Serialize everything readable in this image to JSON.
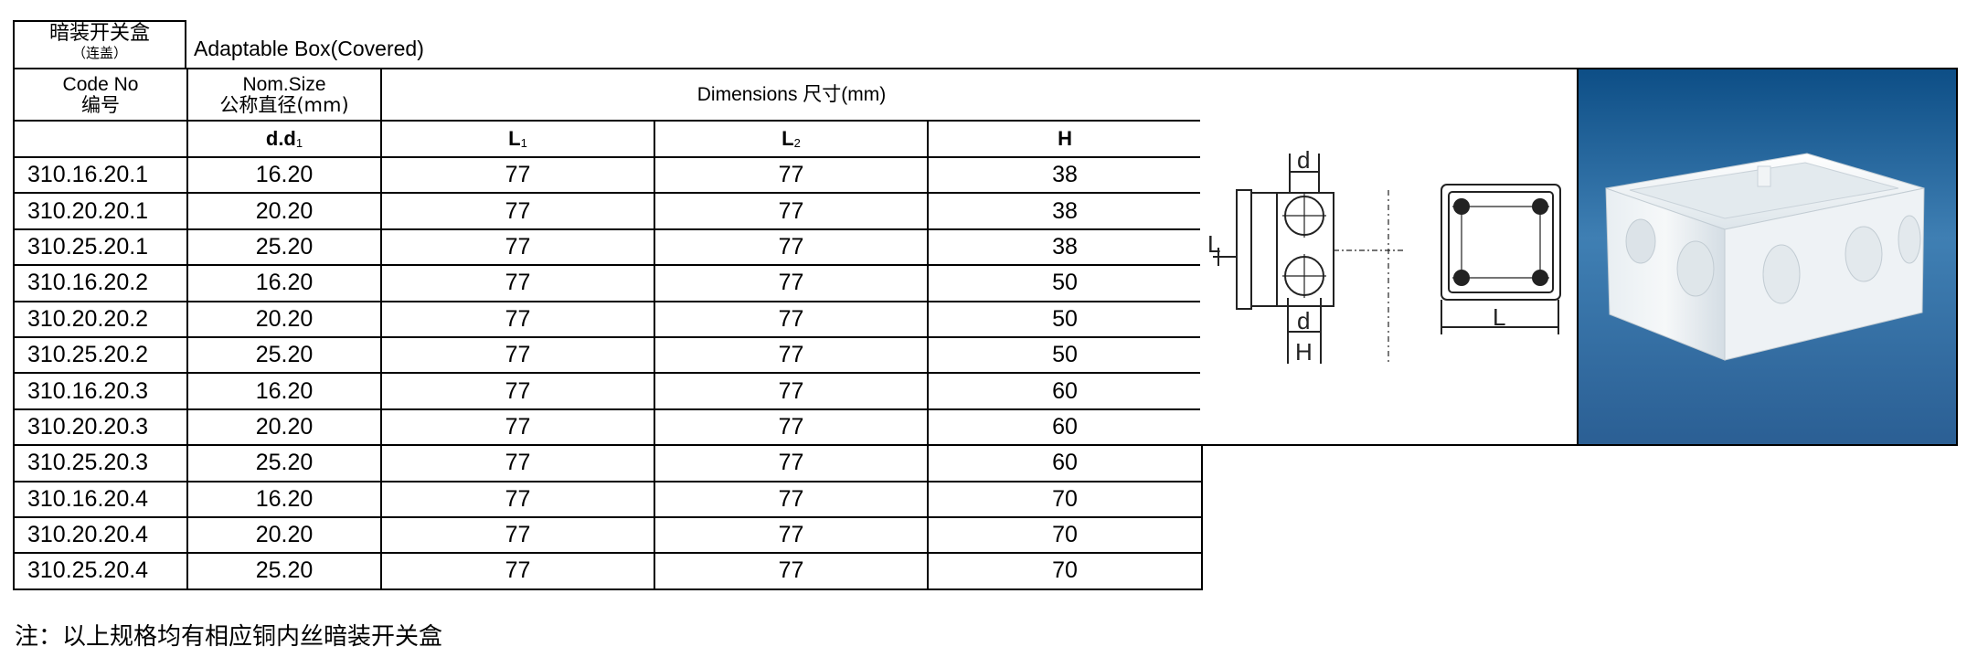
{
  "title": {
    "zh": "暗装开关盒",
    "zh_sub": "（连盖）",
    "en": "Adaptable Box(Covered)"
  },
  "table": {
    "header": {
      "code_en": "Code No",
      "code_zh": "编号",
      "nom_en": "Nom.Size",
      "nom_zh": "公称直径(mm)",
      "dimensions": "Dimensions 尺寸(mm)"
    },
    "subheader": {
      "d_main": "d.d",
      "d_sub": "1",
      "l1_main": "L",
      "l1_sub": "1",
      "l2_main": "L",
      "l2_sub": "2",
      "h": "H"
    },
    "rows": [
      {
        "code": "310.16.20.1",
        "nom": "16.20",
        "l1": "77",
        "l2": "77",
        "h": "38"
      },
      {
        "code": "310.20.20.1",
        "nom": "20.20",
        "l1": "77",
        "l2": "77",
        "h": "38"
      },
      {
        "code": "310.25.20.1",
        "nom": "25.20",
        "l1": "77",
        "l2": "77",
        "h": "38"
      },
      {
        "code": "310.16.20.2",
        "nom": "16.20",
        "l1": "77",
        "l2": "77",
        "h": "50"
      },
      {
        "code": "310.20.20.2",
        "nom": "20.20",
        "l1": "77",
        "l2": "77",
        "h": "50"
      },
      {
        "code": "310.25.20.2",
        "nom": "25.20",
        "l1": "77",
        "l2": "77",
        "h": "50"
      },
      {
        "code": "310.16.20.3",
        "nom": "16.20",
        "l1": "77",
        "l2": "77",
        "h": "60"
      },
      {
        "code": "310.20.20.3",
        "nom": "20.20",
        "l1": "77",
        "l2": "77",
        "h": "60"
      },
      {
        "code": "310.25.20.3",
        "nom": "25.20",
        "l1": "77",
        "l2": "77",
        "h": "60"
      },
      {
        "code": "310.16.20.4",
        "nom": "16.20",
        "l1": "77",
        "l2": "77",
        "h": "70"
      },
      {
        "code": "310.20.20.4",
        "nom": "20.20",
        "l1": "77",
        "l2": "77",
        "h": "70"
      },
      {
        "code": "310.25.20.4",
        "nom": "25.20",
        "l1": "77",
        "l2": "77",
        "h": "70"
      }
    ]
  },
  "diagram": {
    "label_d1": "d",
    "label_d": "d",
    "label_h": "H",
    "label_l1": "L",
    "label_l2": "L"
  },
  "note": "注：以上规格均有相应铜内丝暗装开关盒"
}
